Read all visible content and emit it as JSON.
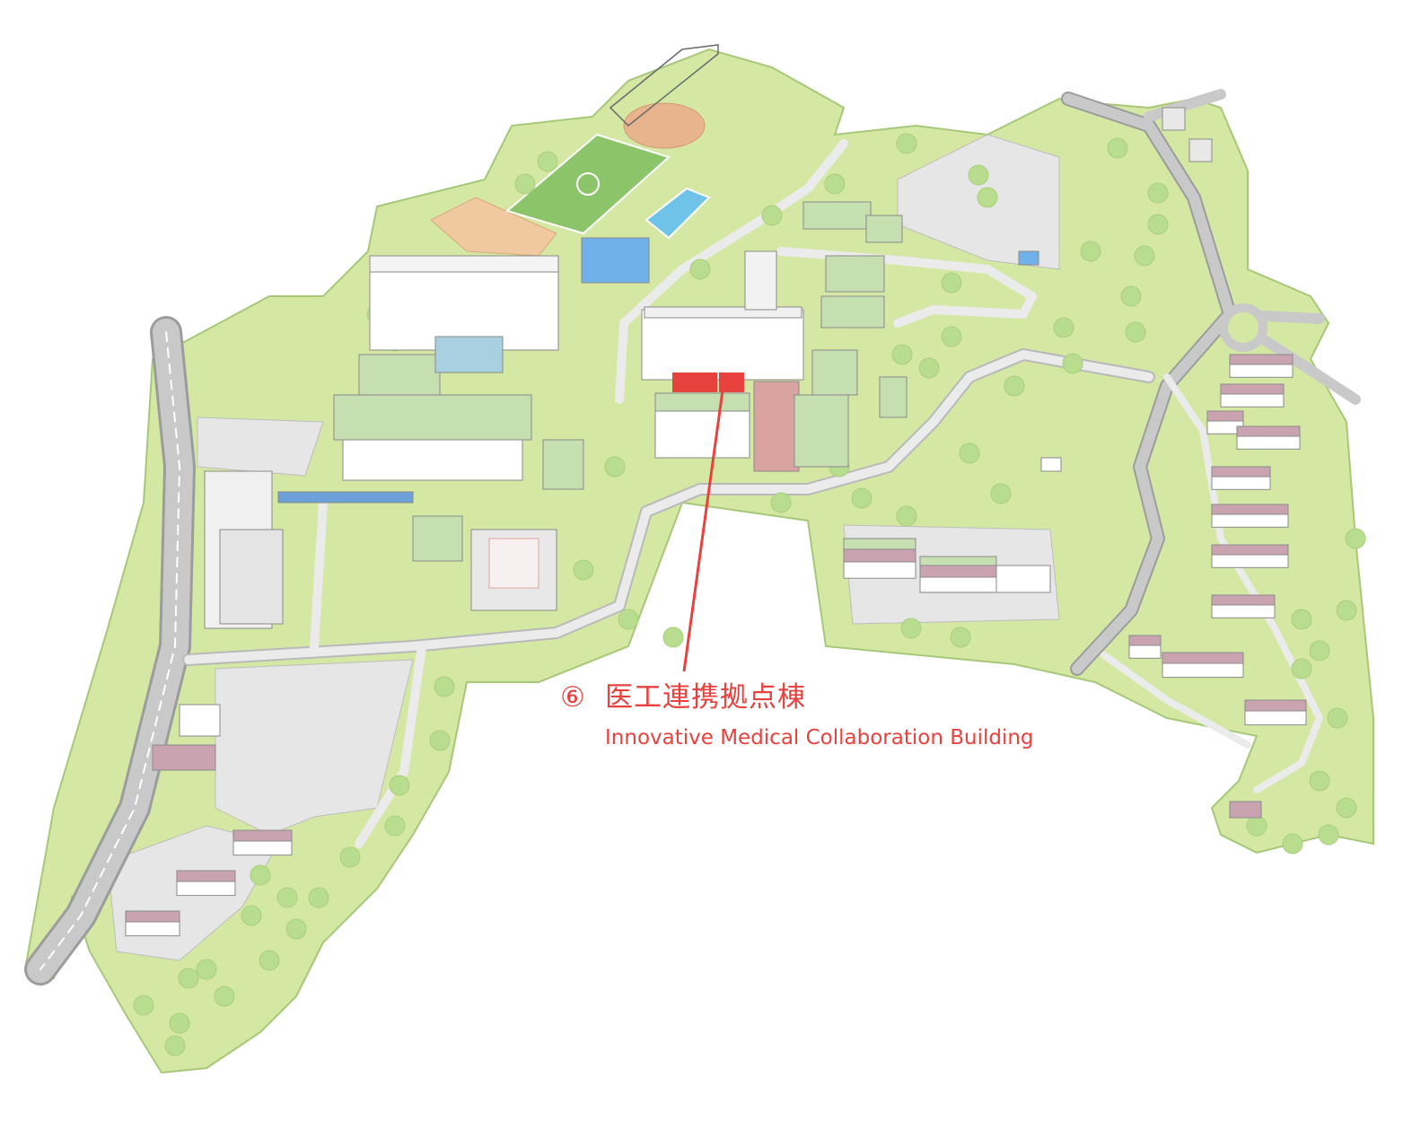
{
  "map": {
    "highlight": {
      "number": "⑥",
      "name_ja": "医工連携拠点棟",
      "name_en": "Innovative Medical Collaboration Building",
      "color": "#e8423f"
    },
    "colors": {
      "ground": "#d4e8a4",
      "ground_edge": "#a6c878",
      "road": "#c9c9c9",
      "road_edge": "#9c9c9c",
      "parking": "#e6e6e6",
      "building_wall": "#ffffff",
      "building_roof_green": "#c5dfb0",
      "building_roof_purple": "#c9a4b0",
      "field": "#8cc46a",
      "track": "#f0c9a0",
      "pool": "#6fc3e8",
      "tree": "#b9dd8e"
    }
  }
}
